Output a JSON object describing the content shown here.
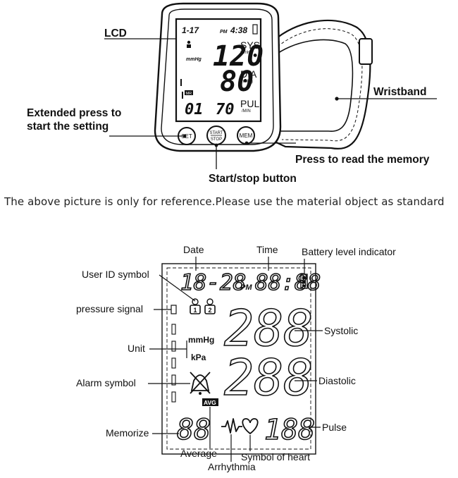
{
  "top": {
    "lcd": {
      "date": "1-17",
      "ampm": "PM",
      "time": "4:38",
      "unit": "mmHg",
      "sys_value": "120",
      "dia_value": "80",
      "mem_badge": "MR",
      "mem_number": "01",
      "pulse_value": "70",
      "sys": "SYS",
      "sys_sub": "mmHg",
      "dia": "DIA",
      "dia_sub": "mmHg",
      "pul": "PUL",
      "pul_sub": "/MIN"
    },
    "buttons": {
      "set": "SET",
      "start_line1": "START",
      "start_line2": "STOP",
      "mem": "MEM"
    },
    "callouts": {
      "lcd": "LCD",
      "wristband": "Wristband",
      "setting_line1": "Extended press to",
      "setting_line2": "start the setting",
      "memory": "Press to read the memory",
      "start_stop": "Start/stop button"
    }
  },
  "notice": "The above picture is only for reference.Please use the material object as standard",
  "bottom": {
    "labels": {
      "date": "Date",
      "time": "Time",
      "battery": "Battery level indicator",
      "user_id": "User ID symbol",
      "pressure": "pressure signal",
      "unit": "Unit",
      "alarm": "Alarm symbol",
      "memorize": "Memorize",
      "systolic": "Systolic",
      "diastolic": "Diastolic",
      "pulse": "Pulse",
      "average": "Average",
      "arrhythmia": "Arrhythmia",
      "heart": "Symbol of heart"
    },
    "lcd": {
      "date": "18-28",
      "pm": "PM",
      "time": "88:88",
      "sys": "288",
      "dia": "288",
      "memory": "88",
      "pulse": "188",
      "unit_mmhg": "mmHg",
      "unit_kpa": "kPa",
      "avg": "AVG",
      "user1": "1",
      "user2": "2"
    }
  }
}
